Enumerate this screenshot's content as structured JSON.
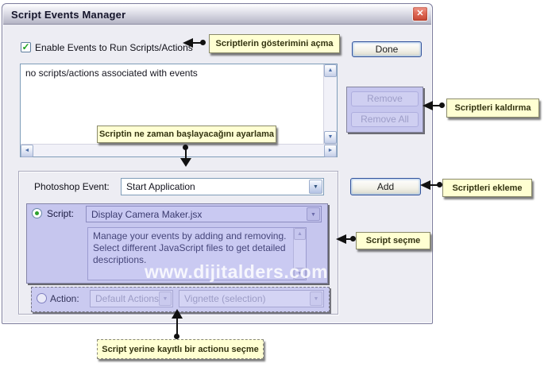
{
  "window": {
    "title": "Script Events Manager"
  },
  "icons": {
    "close": "✕",
    "check": "✓",
    "combo_arrow": "▼",
    "scroll_up": "▲",
    "scroll_down": "▼",
    "scroll_left": "◄",
    "scroll_right": "►"
  },
  "controls": {
    "enable_checkbox_label": "Enable Events to Run Scripts/Actions",
    "enable_checkbox_checked": true,
    "done_button": "Done",
    "script_list_text": "no scripts/actions associated with events",
    "remove_button": "Remove",
    "remove_all_button": "Remove All",
    "photoshop_event_label": "Photoshop Event:",
    "photoshop_event_value": "Start Application",
    "add_button": "Add",
    "script_radio_label": "Script:",
    "script_file_value": "Display Camera Maker.jsx",
    "script_description_lines": [
      "Manage your events by adding and removing.",
      "Select different JavaScript files to get detailed",
      "descriptions."
    ],
    "action_radio_label": "Action:",
    "action_set_value": "Default Actions",
    "action_name_value": "Vignette (selection)"
  },
  "callouts": {
    "enable": "Scriptlerin gösterimini açma",
    "remove": "Scriptleri kaldırma",
    "add": "Scriptleri ekleme",
    "event_timing": "Scriptin ne zaman başlayacağını ayarlama",
    "script_select": "Script seçme",
    "action_select": "Script yerine kayıtlı bir actionu seçme"
  },
  "watermark": "www.dijitalders.com",
  "colors": {
    "dialog_bg": "#ededf3",
    "highlight_panel": "#c6c6ee",
    "callout_bg": "#ffffd2",
    "close_red": "#d9534a",
    "disabled_text": "#9d9dc8"
  }
}
